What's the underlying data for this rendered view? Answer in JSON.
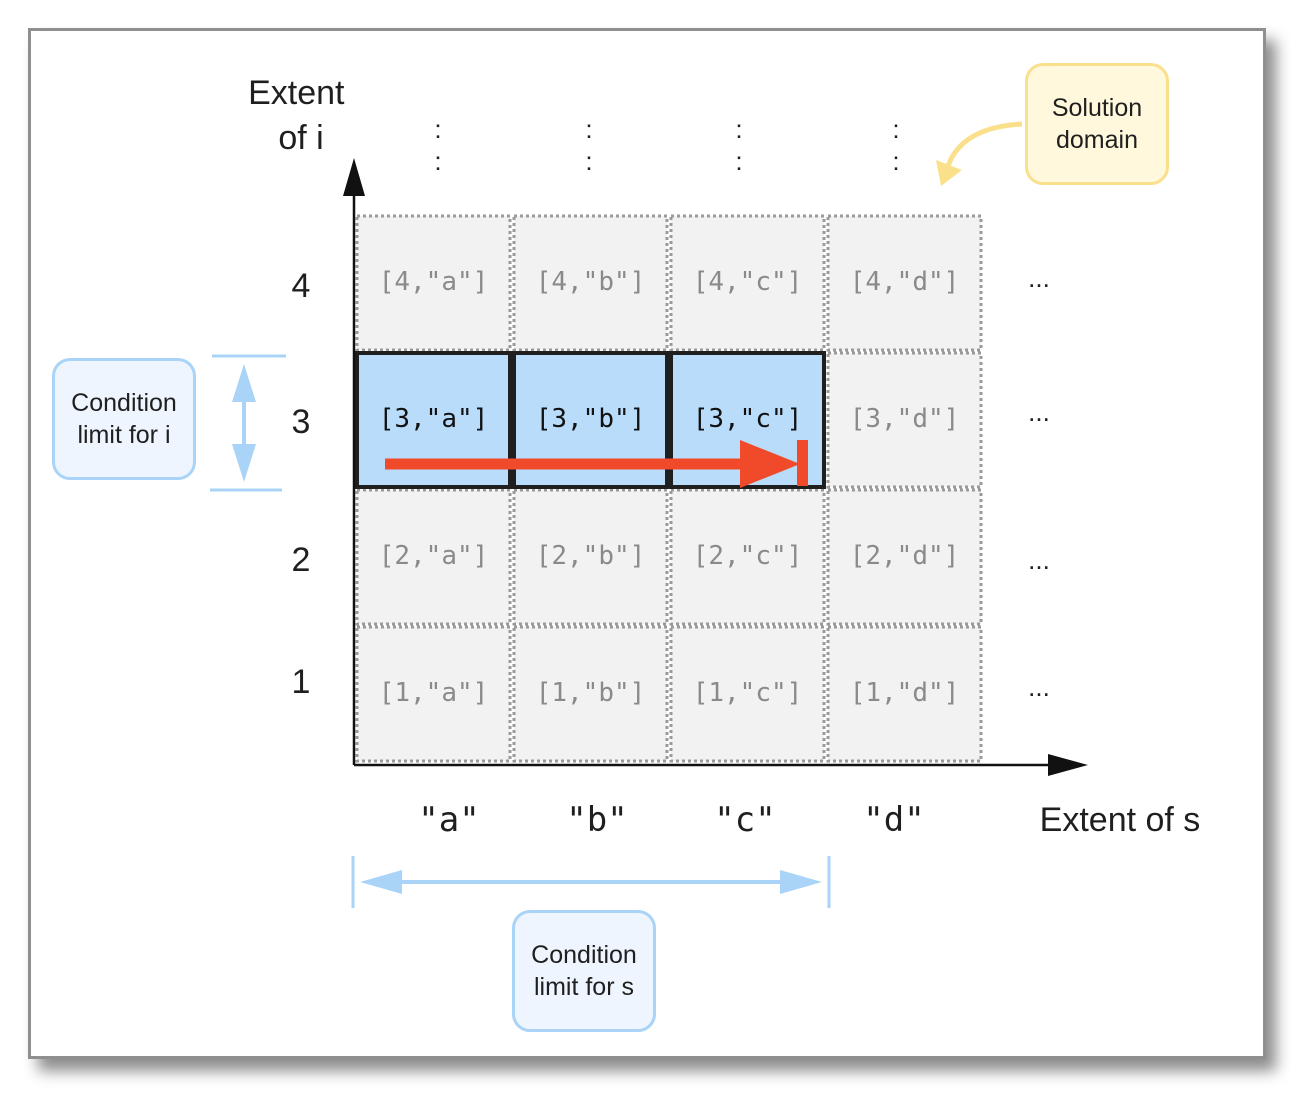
{
  "y_axis_title": "Extent\nof i",
  "x_axis_title": "Extent of s",
  "row_labels": [
    "4",
    "3",
    "2",
    "1"
  ],
  "column_labels": [
    "\"a\"",
    "\"b\"",
    "\"c\"",
    " \"d\""
  ],
  "grid": {
    "rows": [
      [
        "[4,\"a\"]",
        "[4,\"b\"]",
        "[4,\"c\"]",
        "[4,\"d\"]"
      ],
      [
        "[3,\"a\"]",
        "[3,\"b\"]",
        "[3,\"c\"]",
        "[3,\"d\"]"
      ],
      [
        "[2,\"a\"]",
        "[2,\"b\"]",
        "[2,\"c\"]",
        "[2,\"d\"]"
      ],
      [
        "[1,\"a\"]",
        "[1,\"b\"]",
        "[1,\"c\"]",
        "[1,\"d\"]"
      ]
    ],
    "highlighted_row": "3",
    "highlighted_columns": [
      "\"a\"",
      "\"b\"",
      "\"c\""
    ]
  },
  "row_overflow_marker": "...",
  "column_overflow_marker": ":",
  "callouts": {
    "solution_domain": "Solution\ndomain",
    "condition_limit_i": "Condition\nlimit for i",
    "condition_limit_s": "Condition\nlimit for s"
  },
  "colors": {
    "cell_fill": "#f2f2f2",
    "cell_border": "#9a9a9a",
    "highlight_fill": "#b8dcfa",
    "highlight_border": "#1f1f1f",
    "arrow": "#f04a2a",
    "limit_line": "#a9d4f7",
    "solution_callout_border": "#fbe08c"
  }
}
